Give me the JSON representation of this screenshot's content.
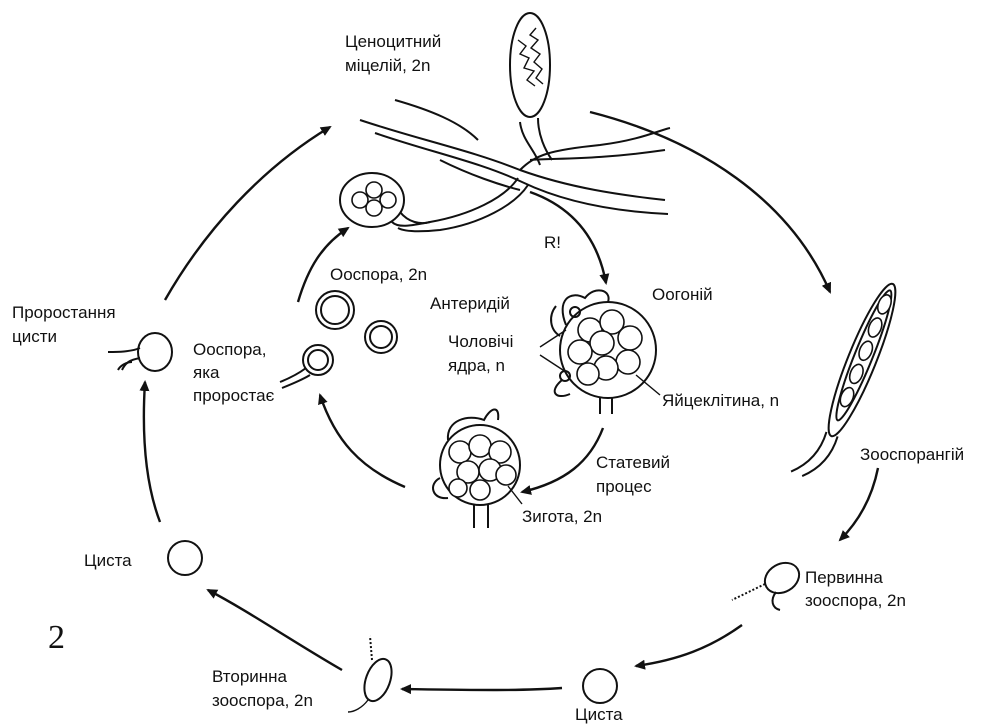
{
  "labels": {
    "mycelium": [
      "Ценоцитний",
      "міцелій, 2n"
    ],
    "sporangium": "Зооспорангій",
    "primary_zoospore": [
      "Первинна",
      "зооспора, 2n"
    ],
    "cyst_bottom": "Циста",
    "secondary_zoospore": [
      "Вторинна",
      "зооспора, 2n"
    ],
    "cyst_left": "Циста",
    "germination": [
      "Проростання",
      "цисти"
    ],
    "oospore": "Ооспора, 2n",
    "oospore_germ": [
      "Ооспора,",
      "яка",
      "проростає"
    ],
    "antheridium": "Антеридій",
    "oogonium": "Оогоній",
    "male_nuclei": [
      "Чоловічі",
      "ядра, n"
    ],
    "egg": "Яйцеклітина, n",
    "sexual": [
      "Статевий",
      "процес"
    ],
    "zygote": "Зигота, 2n",
    "meiosis": "R!",
    "page_number": "2"
  },
  "colors": {
    "ink": "#111111",
    "background": "#ffffff"
  }
}
